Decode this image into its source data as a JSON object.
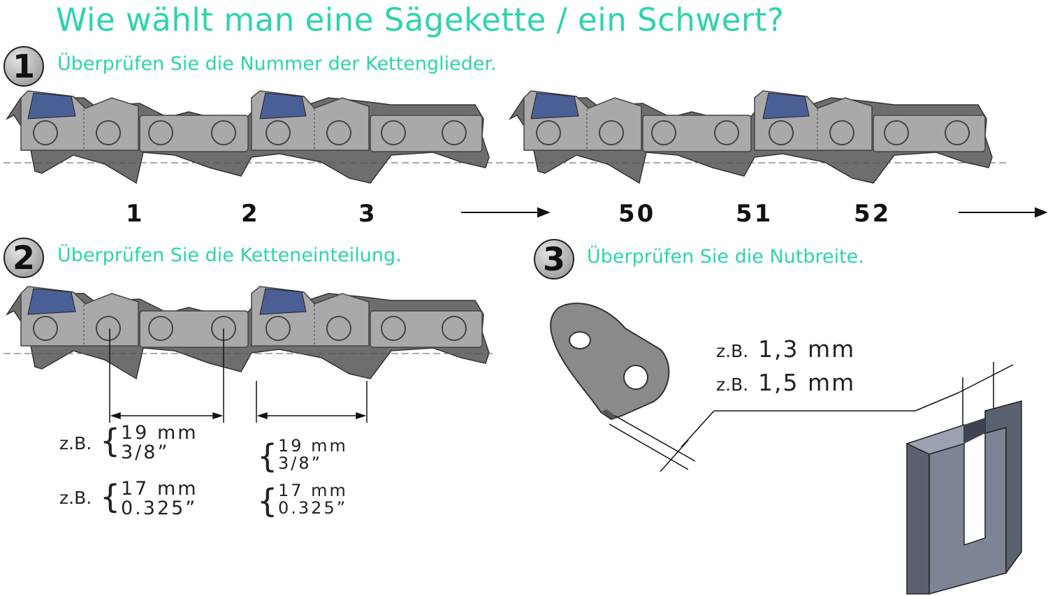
{
  "title": "Wie wählt man eine Sägekette / ein Schwert?",
  "steps": [
    {
      "number": "1",
      "text": "Überprüfen Sie die Nummer der Kettenglieder."
    },
    {
      "number": "2",
      "text": "Überprüfen Sie die Ketteneinteilung."
    },
    {
      "number": "3",
      "text": "Überprüfen Sie die Nutbreite."
    }
  ],
  "link_numbers": [
    "1",
    "2",
    "3",
    "50",
    "51",
    "52"
  ],
  "pitch": {
    "zb": "z.B.",
    "a_mm": "19 mm",
    "a_in": "3/8”",
    "b_mm": "17 mm",
    "b_in": "0.325”"
  },
  "gauge": {
    "zb": "z.B.",
    "v1": "1,3 mm",
    "v2": "1,5 mm"
  },
  "colors": {
    "accent": "#2dd3ae",
    "cutter_blue": "#4a5f96",
    "link_grey": "#a9a9a9",
    "dark_grey": "#6e6e6e"
  }
}
